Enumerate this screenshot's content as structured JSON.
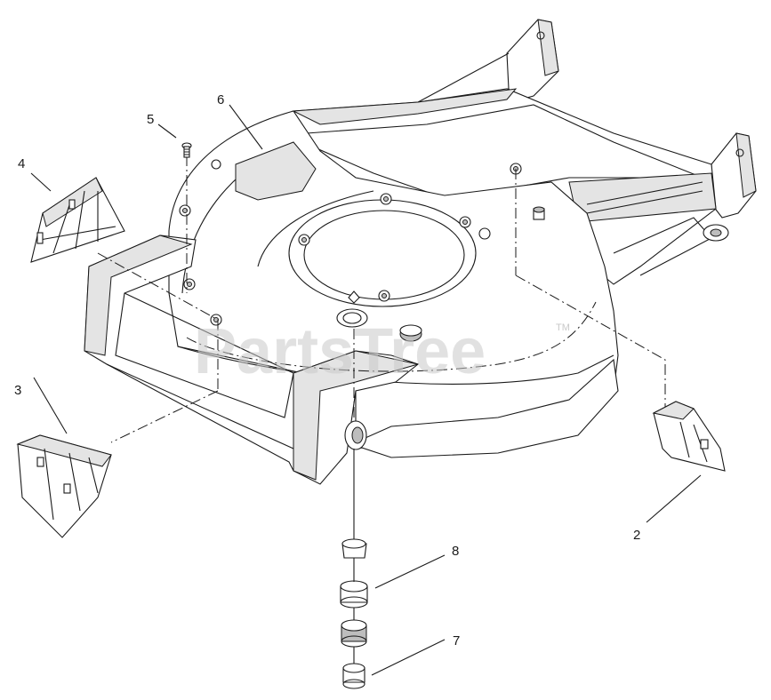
{
  "watermark": {
    "text": "PartsTree",
    "trademark": "TM"
  },
  "callouts": [
    {
      "id": "1",
      "text": "2"
    },
    {
      "id": "2",
      "text": "3"
    },
    {
      "id": "3",
      "text": "4"
    },
    {
      "id": "4",
      "text": "5"
    },
    {
      "id": "5",
      "text": "6"
    },
    {
      "id": "6",
      "text": "7"
    },
    {
      "id": "7",
      "text": "8"
    }
  ]
}
